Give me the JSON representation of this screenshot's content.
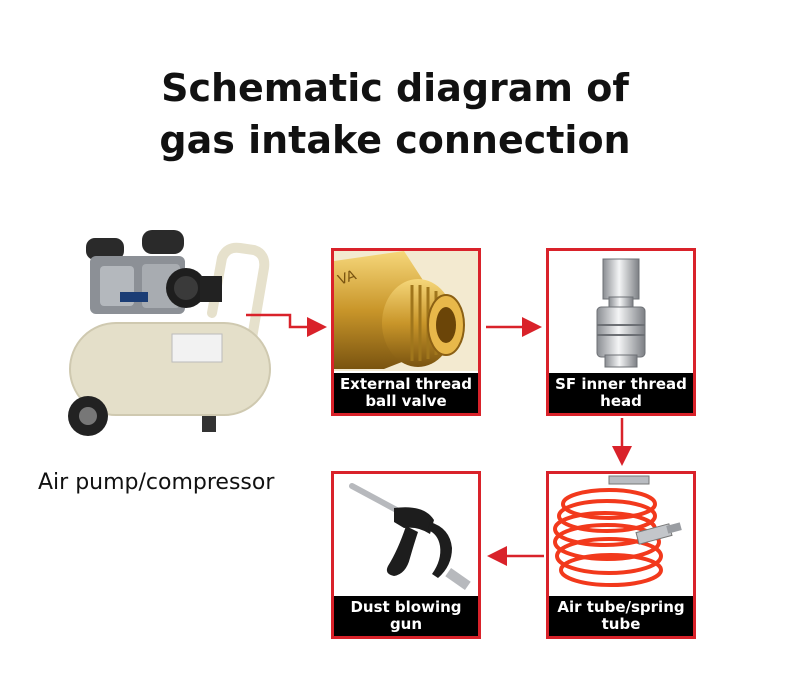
{
  "title": {
    "line1": "Schematic diagram of",
    "line2": "gas intake connection"
  },
  "source": {
    "label": "Air pump/compressor"
  },
  "steps": [
    {
      "label": "External thread ball valve"
    },
    {
      "label": "SF inner thread head"
    },
    {
      "label": "Air tube/spring tube"
    },
    {
      "label": "Dust blowing gun"
    }
  ],
  "colors": {
    "accent": "#d9222a",
    "caption_bg": "#000000",
    "caption_text": "#ffffff"
  }
}
